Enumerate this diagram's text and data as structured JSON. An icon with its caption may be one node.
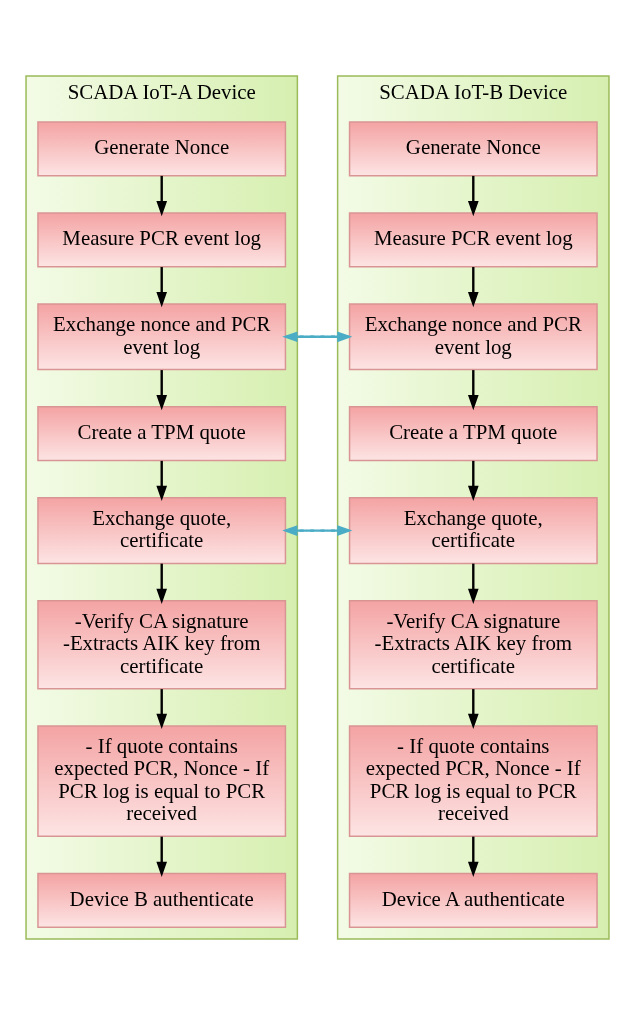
{
  "diagram": {
    "nodes": [
      {
        "text": [
          "SCADA IoT-A Device"
        ]
      },
      {
        "text": [
          "Generate Nonce"
        ],
        "in": 0
      },
      {
        "text": [
          "Measure PCR event log"
        ],
        "in": 0
      },
      {
        "text": [
          "Exchange nonce and PCR event log"
        ],
        "in": 0
      },
      {
        "text": [
          "Create a TPM quote"
        ],
        "in": 0
      },
      {
        "text": [
          "Exchange quote, certificate"
        ],
        "in": 0
      },
      {
        "text": [
          "-Verify CA signature -Extracts AIK key from certificate"
        ],
        "in": 0
      },
      {
        "text": [
          "- If quote contains expected PCR, Nonce - If PCR log is equal to PCR received"
        ],
        "in": 0
      },
      {
        "text": [
          "Device B authenticate"
        ],
        "in": 0
      },
      {
        "text": [
          "SCADA IoT-B Device"
        ]
      },
      {
        "text": [
          "Generate Nonce"
        ],
        "in": 9
      },
      {
        "text": [
          "Measure PCR event log"
        ],
        "in": 9
      },
      {
        "text": [
          "Exchange nonce and PCR event log"
        ],
        "in": 9
      },
      {
        "text": [
          "Create a TPM quote"
        ],
        "in": 9
      },
      {
        "text": [
          "Exchange quote, certificate"
        ],
        "in": 9
      },
      {
        "text": [
          "-Verify CA signature -Extracts AIK key from certificate"
        ],
        "in": 9
      },
      {
        "text": [
          "- If quote contains expected PCR, Nonce - If PCR log is equal to PCR received"
        ],
        "in": 9
      },
      {
        "text": [
          "Device A authenticate"
        ],
        "in": 9
      }
    ],
    "edges": [
      {
        "from": 1,
        "to": 2,
        "arrow": "to"
      },
      {
        "from": 2,
        "to": 3,
        "arrow": "to"
      },
      {
        "from": 3,
        "to": 4,
        "arrow": "to"
      },
      {
        "from": 4,
        "to": 5,
        "arrow": "to"
      },
      {
        "from": 5,
        "to": 6,
        "arrow": "to"
      },
      {
        "from": 6,
        "to": 7,
        "arrow": "to"
      },
      {
        "from": 7,
        "to": 8,
        "arrow": "to"
      },
      {
        "from": 10,
        "to": 11,
        "arrow": "to"
      },
      {
        "from": 11,
        "to": 12,
        "arrow": "to"
      },
      {
        "from": 12,
        "to": 13,
        "arrow": "to"
      },
      {
        "from": 13,
        "to": 14,
        "arrow": "to"
      },
      {
        "from": 14,
        "to": 15,
        "arrow": "to"
      },
      {
        "from": 15,
        "to": 16,
        "arrow": "to"
      },
      {
        "from": 16,
        "to": 17,
        "arrow": "to"
      },
      {
        "from": 3,
        "to": 12,
        "arrow": "to",
        "style": "dashed",
        "color": "#4bacc6"
      },
      {
        "from": 12,
        "to": 3,
        "arrow": "to",
        "style": "dashed",
        "color": "#4bacc6"
      },
      {
        "from": 5,
        "to": 14,
        "arrow": "to",
        "style": "dashed",
        "color": "#4bacc6"
      },
      {
        "from": 14,
        "to": 5,
        "arrow": "to",
        "style": "dashed",
        "color": "#4bacc6"
      }
    ]
  }
}
